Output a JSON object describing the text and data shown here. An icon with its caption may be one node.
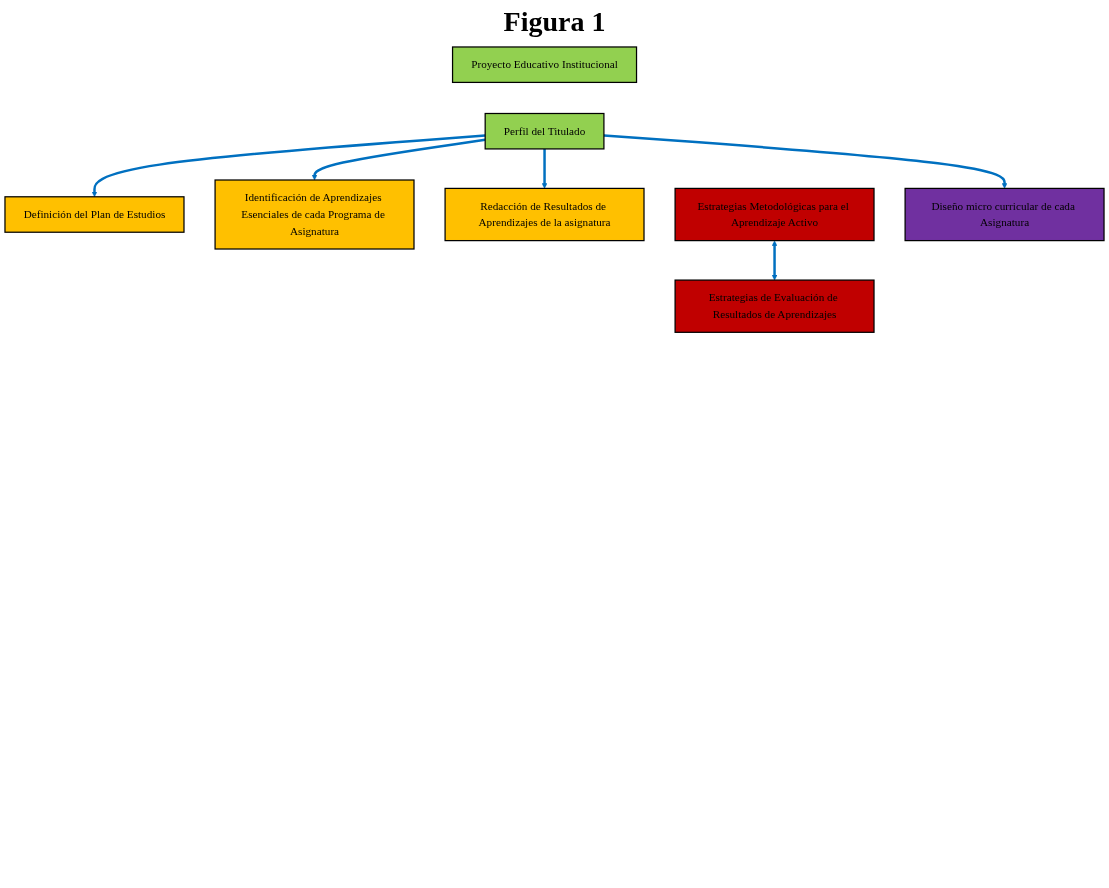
{
  "diagram": {
    "title": "Figura 1",
    "nodes": [
      {
        "text": [
          "Proyecto Educativo Institucional"
        ]
      },
      {
        "text": [
          "Perfil del Titulado"
        ]
      },
      {
        "text": [
          "Definición del Plan de Estudios"
        ]
      },
      {
        "text": [
          "Identificación de Aprendizajes Esenciales de cada Programa de Asignatura"
        ]
      },
      {
        "text": [
          "Redacción de Resultados de Aprendizajes de la asignatura"
        ]
      },
      {
        "text": [
          "Estrategias Metodológicas para el Aprendizaje Activo"
        ]
      },
      {
        "text": [
          "Diseño micro curricular de cada Asignatura"
        ]
      },
      {
        "text": [
          "Estrategias de Evaluación de Resultados de Aprendizajes"
        ]
      }
    ],
    "edges": [
      {
        "from": 1,
        "to": 6,
        "arrow": "to"
      },
      {
        "from": 1,
        "to": 2,
        "arrow": "to"
      },
      {
        "from": 1,
        "to": 3,
        "arrow": "to"
      },
      {
        "from": 1,
        "to": 4,
        "arrow": "to"
      },
      {
        "from": 5,
        "to": 7,
        "arrow": "both"
      }
    ]
  }
}
